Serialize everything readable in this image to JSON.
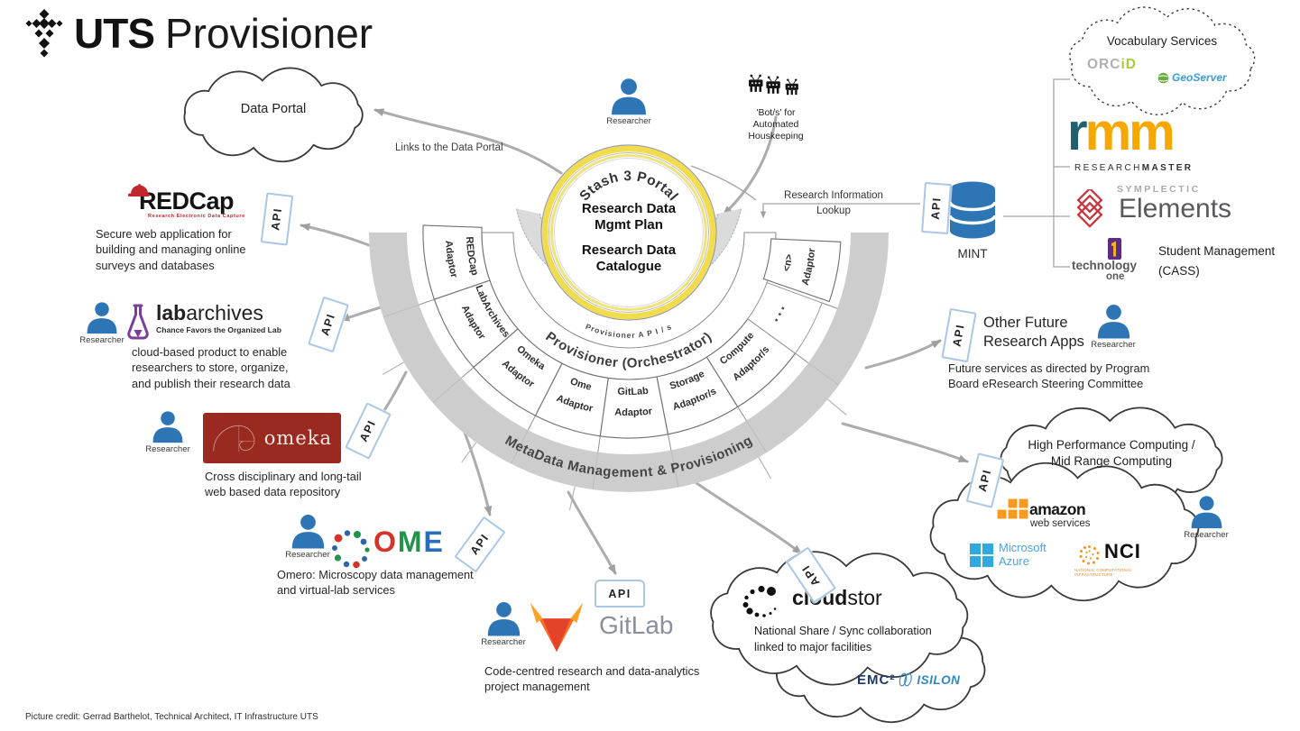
{
  "header": {
    "brand": "UTS",
    "title": "Provisioner"
  },
  "credit": "Picture credit: Gerrad Barthelot, Technical Architect, IT Infrastructure UTS",
  "researcher_label": "Researcher",
  "api_label": "API",
  "hub": {
    "ring_title": "Stash 3 Portal",
    "plan": [
      "Research Data",
      "Mgmt Plan"
    ],
    "catalogue": [
      "Research Data",
      "Catalogue"
    ],
    "api_band": "Provisioner  A P I / s",
    "orchestrator": "Provisioner (Orchestrator)",
    "metadata_band": "MetaData Management & Provisioning",
    "ellipsis": "···",
    "adaptors": [
      {
        "name": "REDCap",
        "type": "Adaptor"
      },
      {
        "name": "LabArchives",
        "type": "Adaptor"
      },
      {
        "name": "Omeka",
        "type": "Adaptor"
      },
      {
        "name": "Ome",
        "type": "Adaptor"
      },
      {
        "name": "GitLab",
        "type": "Adaptor"
      },
      {
        "name": "Storage",
        "type": "Adaptor/s"
      },
      {
        "name": "Compute",
        "type": "Adaptor/s"
      },
      {
        "name": "<n>",
        "type": "Adaptor"
      }
    ]
  },
  "data_portal": {
    "label": "Data Portal",
    "link_label": "Links to the Data Portal"
  },
  "bots": {
    "lines": [
      "'Bot/s' for",
      "Automated",
      "Houskeeping"
    ]
  },
  "redcap": {
    "name": "REDCap",
    "tagline": "Research Electronic Data Capture",
    "desc": [
      "Secure web application for",
      "building and managing online",
      "surveys and databases"
    ]
  },
  "labarchives": {
    "name_bold": "lab",
    "name_rest": "archives",
    "tagline": "Chance Favors the Organized Lab",
    "desc": [
      "cloud-based product to enable",
      "researchers to store, organize,",
      "and publish their research data"
    ]
  },
  "omeka": {
    "name": "omeka",
    "desc": [
      "Cross disciplinary and long-tail",
      "web based data repository"
    ]
  },
  "ome": {
    "o": "O",
    "m": "M",
    "e": "E",
    "desc": [
      "Omero: Microscopy data management",
      "and virtual-lab services"
    ]
  },
  "gitlab": {
    "name": "GitLab",
    "desc": [
      "Code-centred research and data-analytics",
      "project management"
    ]
  },
  "cloudstor": {
    "name_bold": "cloud",
    "name_rest": "stor",
    "desc": [
      "National Share / Sync collaboration",
      "linked to major facilities"
    ],
    "emc": "EMC²",
    "isilon": "ISILON"
  },
  "mint": {
    "label": "MINT",
    "lookup": [
      "Research Information",
      "Lookup"
    ]
  },
  "vocab": {
    "title": "Vocabulary Services",
    "orcid_a": "ORC",
    "orcid_b": "iD",
    "geoserver": "GeoServer"
  },
  "research_master": {
    "r": "r",
    "m": "m",
    "sub_a": "RESEARCH",
    "sub_b": "MASTER"
  },
  "symplectic": {
    "brand": "SYMPLECTIC",
    "name": "Elements"
  },
  "technology_one": {
    "word_a": "technology",
    "word_b": "one",
    "lines": [
      "Student Management",
      "(CASS)"
    ]
  },
  "other_apps": {
    "title": [
      "Other Future",
      "Research Apps"
    ],
    "desc": [
      "Future services as directed by Program",
      "Board eResearch Steering Committee"
    ]
  },
  "hpc": {
    "title": [
      "High Performance Computing /",
      "Mid Range Computing"
    ],
    "aws_a": "amazon",
    "aws_b": "web services",
    "ms_a": "Microsoft",
    "ms_b": "Azure",
    "nci": "NCI",
    "nci_sub": "NATIONAL COMPUTATIONAL INFRASTRUCTURE"
  },
  "colors": {
    "researcher": "#2E75B6",
    "arrow": "#ACACAC",
    "hub_band": "#DBDBDB",
    "hub_outer_band": "#CDCDCD",
    "portal_ring_yellow": "#F1DC4D",
    "redcap_red": "#C1272D",
    "labarchives_purple": "#7A3F98",
    "omeka_red": "#9A2A20",
    "gitlab_orange": "#FC6D26",
    "gitlab_dark": "#E24329",
    "aws_orange": "#F7981F",
    "azure_blue": "#31A8DE",
    "nci_orange": "#F7941E",
    "orcid_green": "#A6CE39",
    "geoserver_blue": "#3B9CD9",
    "rm_teal": "#1F5F70",
    "rm_orange": "#F7A800",
    "symplectic_red": "#C8373E",
    "mint_blue": "#2E75B6",
    "emc_navy": "#1D3A6B",
    "isilon_blue": "#2F86C4"
  }
}
